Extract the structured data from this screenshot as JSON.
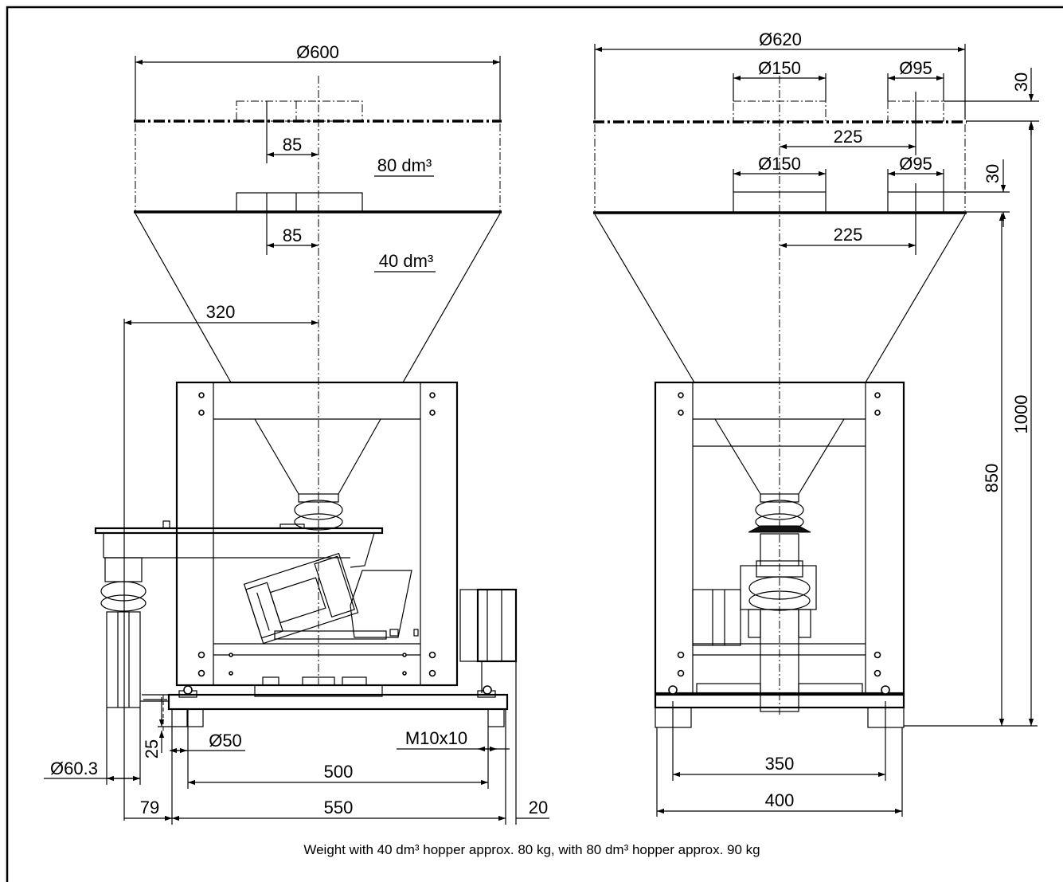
{
  "dimensions": {
    "d600": "Ø600",
    "d620": "Ø620",
    "d150_top": "Ø150",
    "d95_top": "Ø95",
    "d150_mid": "Ø150",
    "d95_mid": "Ø95",
    "h30_top": "30",
    "h30_mid": "30",
    "off85_top": "85",
    "off85_mid": "85",
    "off225_top": "225",
    "off225_mid": "225",
    "vol80": "80 dm³",
    "vol40": "40 dm³",
    "w320": "320",
    "h850": "850",
    "h1000": "1000",
    "h25": "25",
    "d50": "Ø50",
    "d60_3": "Ø60.3",
    "m10x10": "M10x10",
    "w500": "500",
    "w550": "550",
    "w79": "79",
    "w20": "20",
    "w350": "350",
    "w400": "400"
  },
  "caption": "Weight with 40 dm³ hopper approx. 80 kg, with 80 dm³ hopper approx. 90 kg"
}
